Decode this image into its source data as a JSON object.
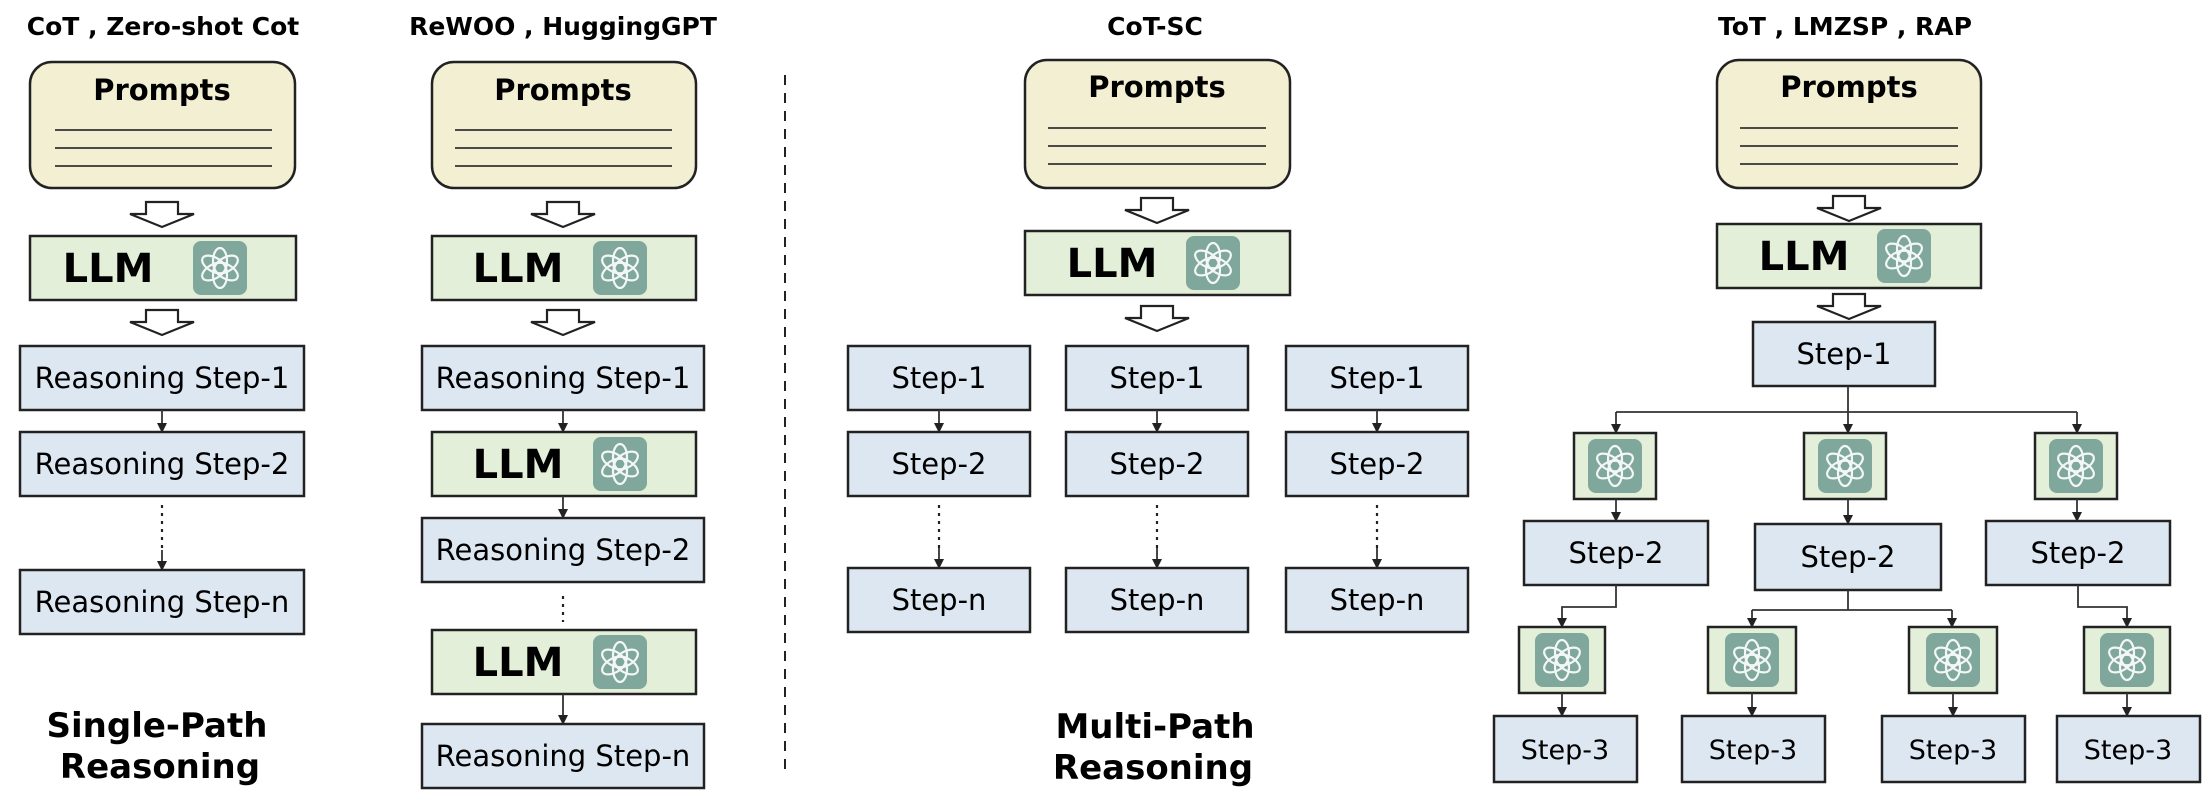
{
  "columns": [
    {
      "title": "CoT , Zero-shot Cot"
    },
    {
      "title": "ReWOO , HuggingGPT"
    },
    {
      "title": "CoT-SC"
    },
    {
      "title": "ToT , LMZSP , RAP"
    }
  ],
  "common": {
    "prompts": "Prompts",
    "llm": "LLM"
  },
  "single_path": {
    "steps": [
      "Reasoning Step-1",
      "Reasoning Step-2",
      "Reasoning Step-n"
    ],
    "label_line1": "Single-Path",
    "label_line2": "Reasoning"
  },
  "rewoo": {
    "steps": [
      "Reasoning Step-1",
      "Reasoning Step-2",
      "Reasoning Step-n"
    ]
  },
  "cot_sc": {
    "steps": [
      "Step-1",
      "Step-2",
      "Step-n"
    ]
  },
  "tot": {
    "step1": "Step-1",
    "step2": "Step-2",
    "step3": "Step-3"
  },
  "multi_path": {
    "label_line1": "Multi-Path",
    "label_line2": "Reasoning"
  },
  "colors": {
    "prompt_fill": "#f3efd3",
    "llm_fill": "#e3efd8",
    "step_fill": "#dde7f2",
    "icon_bg": "#7fa79b"
  },
  "icons": [
    "openai-logo-icon",
    "hollow-down-arrow-icon"
  ]
}
